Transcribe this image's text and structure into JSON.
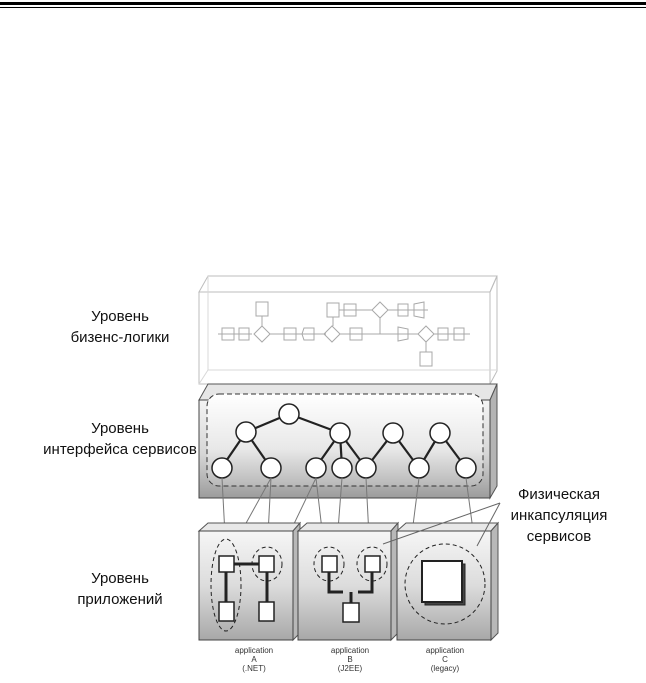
{
  "labels": {
    "business_line1": "Уровень",
    "business_line2": "бизенс-логики",
    "services_line1": "Уровень",
    "services_line2": "интерфейса сервисов",
    "apps_line1": "Уровень",
    "apps_line2": "приложений",
    "callout_line1": "Физическая",
    "callout_line2": "инкапсуляция",
    "callout_line3": "сервисов"
  },
  "apps": [
    {
      "line1": "application",
      "line2": "A",
      "line3": "(.NET)"
    },
    {
      "line1": "application",
      "line2": "B",
      "line3": "(J2EE)"
    },
    {
      "line1": "application",
      "line2": "C",
      "line3": "(legacy)"
    }
  ]
}
